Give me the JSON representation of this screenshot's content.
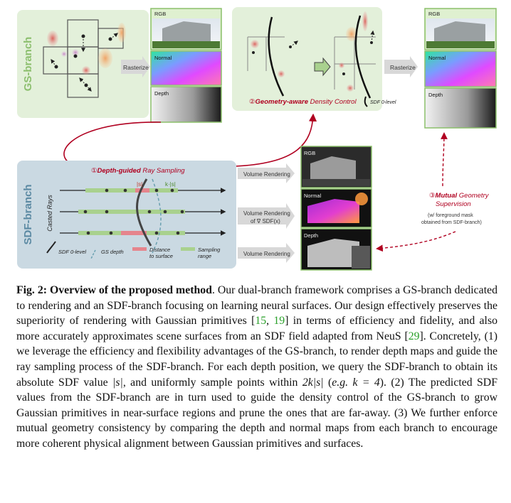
{
  "colors": {
    "gs_branch_bg": "#e3f0da",
    "gs_branch_text": "#8cbf6e",
    "sdf_branch_bg": "#cad9e2",
    "sdf_branch_text": "#5c8aa3",
    "accent_red": "#b00020",
    "citation_green": "#2aa02a",
    "sampling_range": "#a9d18e",
    "distance_to_surface": "#e5858d"
  },
  "figure": {
    "gs_branch_label": "GS-branch",
    "sdf_branch_label": "SDF-branch",
    "rasterize_1": "Rasterize",
    "rasterize_2": "Rasterize",
    "panel_rgb_1": "RGB",
    "panel_normal_1": "Normal",
    "panel_depth_1": "Depth",
    "panel_rgb_2": "RGB",
    "panel_normal_2": "Normal",
    "panel_depth_2": "Depth",
    "panel_rgb_3": "RGB",
    "panel_normal_3": "Normal",
    "panel_depth_3": "Depth",
    "step2_num": "②",
    "step2_bold": "Geometry-aware",
    "step2_rest": " Density Control",
    "sdf0_label_top": "SDF 0-level",
    "step1_num": "①",
    "step1_bold": "Depth-guided",
    "step1_rest": " Ray Sampling",
    "casted_rays": "Casted Rays",
    "abs_s": "|s|",
    "k_abs_s": "k·|s|",
    "legend_sdf0": "SDF 0-level",
    "legend_gs_depth": "GS depth",
    "legend_distance_1": "Distance",
    "legend_distance_2": "to surface",
    "legend_sampling_1": "Sampling",
    "legend_sampling_2": "range",
    "volume_rendering_1": "Volume Rendering",
    "volume_rendering_2a": "Volume Rendering",
    "volume_rendering_2b": "of ∇ SDF(x)",
    "volume_rendering_3": "Volume Rendering",
    "step3_num": "③",
    "step3_bold": "Mutual",
    "step3_rest": " Geometry",
    "step3_line2": "Supervision",
    "step3_note1": "(w/ foreground mask",
    "step3_note2": "obtained from SDF-branch)"
  },
  "caption": {
    "fig_label": "Fig. 2: Overview of the proposed method",
    "p1": ". Our dual-branch framework comprises a GS-branch dedicated to rendering and an SDF-branch focusing on learning neural surfaces. Our design effectively preserves the superiority of rendering with Gaussian primitives [",
    "cite1": "15",
    "sep1": ", ",
    "cite2": "19",
    "p2": "] in terms of efficiency and fidelity, and also more accurately approximates scene surfaces from an SDF field adapted from NeuS [",
    "cite3": "29",
    "p3": "]. Concretely, (1) we leverage the efficiency and flexibility advantages of the GS-branch, to render depth maps and guide the ray sampling process of the SDF-branch. For each depth position, we query the SDF-branch to obtain its absolute SDF value ",
    "m1": "|s|",
    "p4": ", and uniformly sample points within ",
    "m2": "2k|s|",
    "p5": " (",
    "eg": "e.g.",
    "p6": " ",
    "m3": "k = 4",
    "p7": "). (2) The predicted SDF values from the SDF-branch are in turn used to guide the density control of the GS-branch to grow Gaussian primitives in near-surface regions and prune the ones that are far-away. (3) We further enforce mutual geometry consistency by comparing the depth and normal maps from each branch to encourage more coherent physical alignment between Gaussian primitives and surfaces."
  }
}
